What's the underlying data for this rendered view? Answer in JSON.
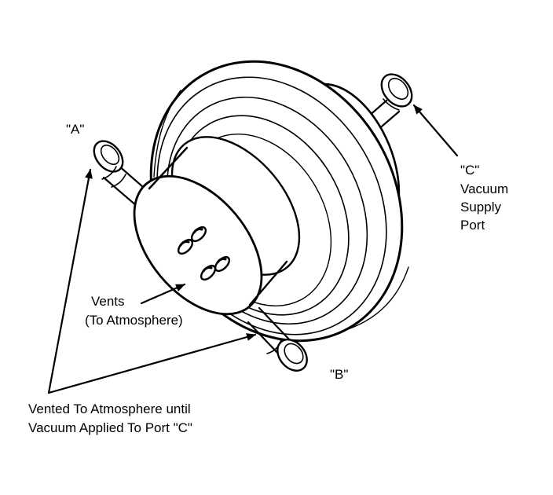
{
  "colors": {
    "ink": "#000000",
    "paper": "#ffffff"
  },
  "labels": {
    "port_a": "\"A\"",
    "port_b": "\"B\"",
    "port_c_line1": "\"C\"",
    "port_c_line2": "Vacuum",
    "port_c_line3": "Supply",
    "port_c_line4": "Port",
    "vents_line1": "Vents",
    "vents_line2": "(To Atmosphere)",
    "vented_line1": "Vented To Atmosphere until",
    "vented_line2": "Vacuum Applied To Port \"C\""
  }
}
